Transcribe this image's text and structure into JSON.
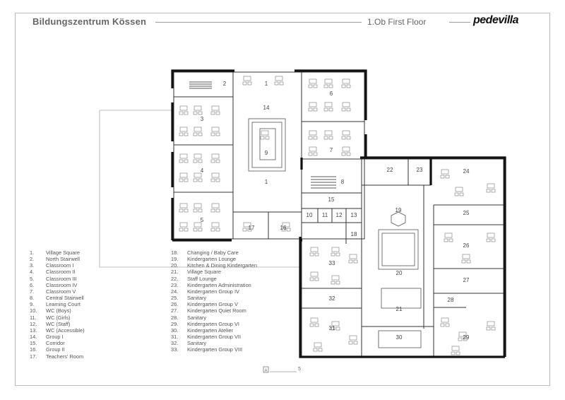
{
  "header": {
    "title": "Bildungszentrum Kössen",
    "floor": "1.Ob  First Floor",
    "logo": "pedevilla"
  },
  "plan_labels": [
    "1",
    "2",
    "3",
    "4",
    "5",
    "6",
    "7",
    "8",
    "9",
    "10",
    "11",
    "12",
    "13",
    "14",
    "15",
    "16",
    "17",
    "18",
    "19",
    "20",
    "21",
    "22",
    "23",
    "24",
    "25",
    "26",
    "27",
    "28",
    "29",
    "30",
    "31",
    "32",
    "33",
    "1"
  ],
  "legend": [
    {
      "num": "1.",
      "label": "Village Square"
    },
    {
      "num": "2.",
      "label": "North Stairwell"
    },
    {
      "num": "3.",
      "label": "Classroom I"
    },
    {
      "num": "4.",
      "label": "Classroom II"
    },
    {
      "num": "5.",
      "label": "Classroom III"
    },
    {
      "num": "6.",
      "label": "Classroom IV"
    },
    {
      "num": "7.",
      "label": "Classroom V"
    },
    {
      "num": "8.",
      "label": "Central Stairwell"
    },
    {
      "num": "9.",
      "label": "Learning Court"
    },
    {
      "num": "10.",
      "label": "WC (Boys)"
    },
    {
      "num": "11.",
      "label": "WC (Girls)"
    },
    {
      "num": "12.",
      "label": "WC (Staff)"
    },
    {
      "num": "13.",
      "label": "WC (Accessible)"
    },
    {
      "num": "14.",
      "label": "Group I"
    },
    {
      "num": "15.",
      "label": "Corridor"
    },
    {
      "num": "16.",
      "label": "Group II"
    },
    {
      "num": "17.",
      "label": "Teachers' Room"
    },
    {
      "num": "18.",
      "label": "Changing / Baby Care"
    },
    {
      "num": "19.",
      "label": "Kindergarten Lounge"
    },
    {
      "num": "20.",
      "label": "Kitchen & Dining Kindergarten"
    },
    {
      "num": "21.",
      "label": "Village Square"
    },
    {
      "num": "22.",
      "label": "Staff Lounge"
    },
    {
      "num": "23.",
      "label": "Kindergarten Administration"
    },
    {
      "num": "24.",
      "label": "Kindergarten Group IV"
    },
    {
      "num": "25.",
      "label": "Sanitary"
    },
    {
      "num": "26.",
      "label": "Kindergarten Group V"
    },
    {
      "num": "27.",
      "label": "Kindergarten Quiet Room"
    },
    {
      "num": "28.",
      "label": "Sanitary"
    },
    {
      "num": "29.",
      "label": "Kindergarten Group VI"
    },
    {
      "num": "30.",
      "label": "Kindergarten Atelier"
    },
    {
      "num": "31.",
      "label": "Kindergarten Group VII"
    },
    {
      "num": "32.",
      "label": "Sanitary"
    },
    {
      "num": "33.",
      "label": "Kindergarten Group VIII"
    }
  ],
  "scale": {
    "north": "A",
    "value": "5"
  }
}
